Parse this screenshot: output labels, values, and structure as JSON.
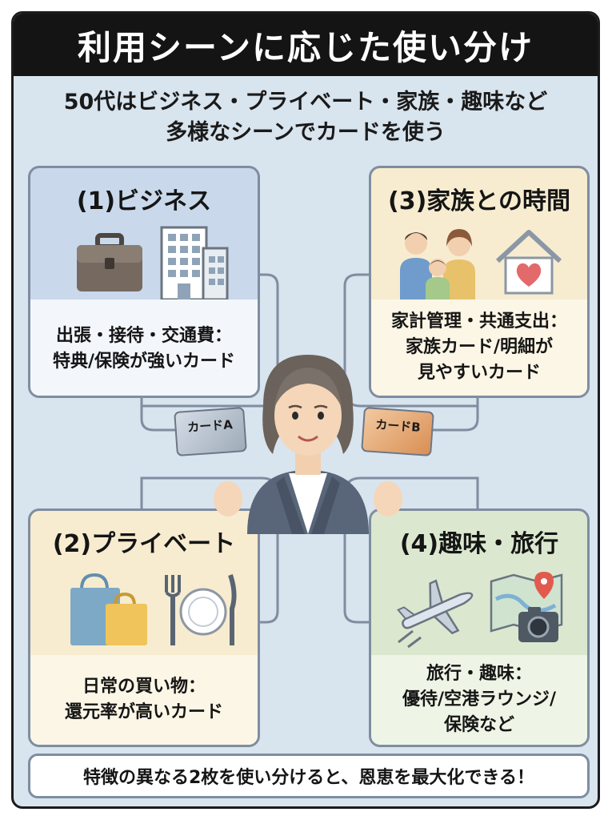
{
  "title": "利用シーンに応じた使い分け",
  "subtitle": {
    "line1": "50代はビジネス・プライベート・家族・趣味など",
    "line2": "多様なシーンでカードを使う"
  },
  "panels": [
    {
      "heading": "(1)ビジネス",
      "lines": [
        "出張・接待・交通費：",
        "特典/保険が強いカード"
      ],
      "icons": [
        "briefcase-icon",
        "office-building-icon"
      ]
    },
    {
      "heading": "(2)プライベート",
      "lines": [
        "日常の買い物：",
        "還元率が高いカード"
      ],
      "icons": [
        "shopping-bags-icon",
        "dining-icon"
      ]
    },
    {
      "heading": "(3)家族との時間",
      "lines": [
        "家計管理・共通支出：",
        "家族カード/明細が",
        "見やすいカード"
      ],
      "icons": [
        "family-icon",
        "house-heart-icon"
      ]
    },
    {
      "heading": "(4)趣味・旅行",
      "lines": [
        "旅行・趣味：",
        "優待/空港ラウンジ/",
        "保険など"
      ],
      "icons": [
        "airplane-icon",
        "map-camera-icon"
      ]
    }
  ],
  "cards": {
    "a": "カードA",
    "b": "カードB"
  },
  "footer": "特徴の異なる2枚を使い分けると、恩恵を最大化できる！",
  "colors": {
    "background": "#d8e4ee",
    "title_bar": "#141414",
    "business": "#c9d9eb",
    "private": "#f7ecd0",
    "family": "#f7ecd0",
    "hobby": "#dbe8cf",
    "card_a": "#b8c3cf",
    "card_b": "#e6a76e"
  }
}
